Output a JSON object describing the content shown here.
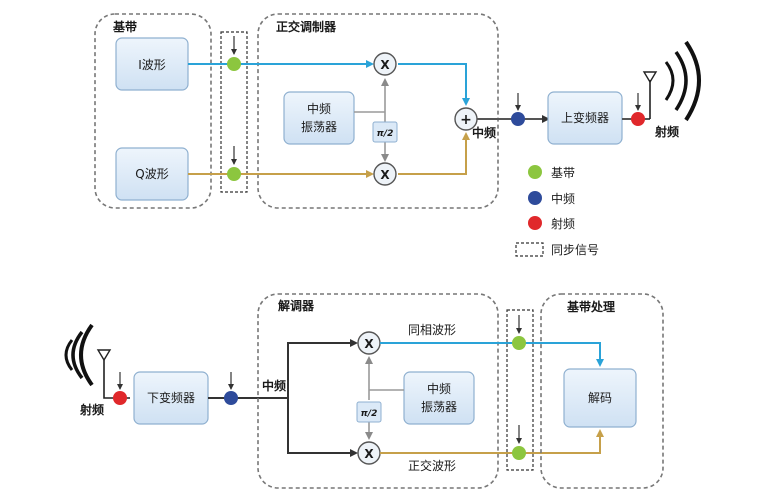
{
  "transmitter": {
    "baseband_label": "基带",
    "modulator_label": "正交调制器",
    "i_wave": "I波形",
    "q_wave": "Q波形",
    "if_osc_line1": "中频",
    "if_osc_line2": "振荡器",
    "phase_shift": "π/2",
    "mixer_symbol": "X",
    "adder_symbol": "+",
    "if_label": "中频",
    "upconverter": "上变频器",
    "rf_label": "射频"
  },
  "legend": {
    "baseband": "基带",
    "if": "中频",
    "rf": "射频",
    "sync": "同步信号"
  },
  "receiver": {
    "rf_label": "射频",
    "downconverter": "下变频器",
    "if_label": "中频",
    "demod_label": "解调器",
    "mixer_symbol": "X",
    "phase_shift": "π/2",
    "if_osc_line1": "中频",
    "if_osc_line2": "振荡器",
    "inphase": "同相波形",
    "quadrature": "正交波形",
    "baseband_proc": "基带处理",
    "decode": "解码"
  },
  "colors": {
    "baseband": "#8cc63f",
    "if": "#2e4b9b",
    "rf": "#e0282b",
    "i_path": "#2aa3d8",
    "q_path": "#c6a04a",
    "box_fill": "#dbe9f7",
    "box_stroke": "#8fb0d0"
  }
}
